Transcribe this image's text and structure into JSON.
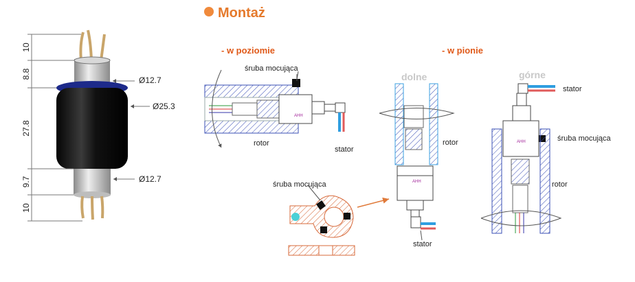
{
  "title": "Montaż",
  "dimensions": {
    "left_labels": [
      "10",
      "8.8",
      "27.8",
      "9.7",
      "10"
    ],
    "diameters": [
      "Ø12.7",
      "Ø25.3",
      "Ø12.7"
    ]
  },
  "horizontal": {
    "heading": "- w poziomie",
    "screw_label": "śruba mocująca",
    "rotor_label": "rotor",
    "stator_label": "stator"
  },
  "vertical": {
    "heading": "- w pionie",
    "lower": {
      "label": "dolne",
      "rotor_label": "rotor",
      "stator_label": "stator"
    },
    "upper": {
      "label": "górne",
      "stator_label": "stator",
      "screw_label": "śruba mocująca",
      "rotor_label": "rotor"
    }
  },
  "clamp": {
    "screw_label": "śruba mocująca"
  },
  "brand_mark": "AHH",
  "colors": {
    "accent": "#e57a2c",
    "hatch": "#3a4fb5",
    "hatch_orange": "#d7693a",
    "wire_blue": "#2f9ee0"
  }
}
